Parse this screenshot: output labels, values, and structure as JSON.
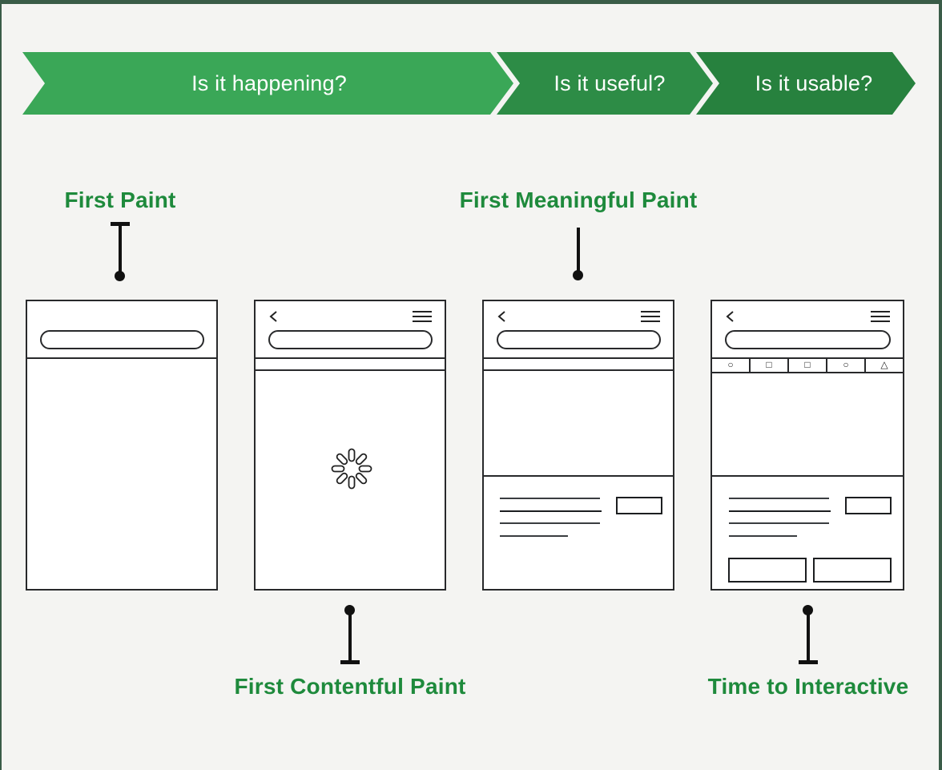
{
  "frame": {
    "background": "#f4f4f2",
    "border_color": "#3a5c48"
  },
  "banner": {
    "text_color": "#ffffff",
    "items": [
      {
        "label": "Is it happening?",
        "color": "#3aa757"
      },
      {
        "label": "Is it useful?",
        "color": "#2d8c46"
      },
      {
        "label": "Is it usable?",
        "color": "#27813e"
      }
    ]
  },
  "metrics": {
    "accent_color": "#1e8a3c",
    "first_paint": "First Paint",
    "first_meaningful_paint": "First Meaningful Paint",
    "first_contentful_paint": "First Contentful Paint",
    "time_to_interactive": "Time to Interactive"
  },
  "icons": {
    "back": "chevron-left",
    "menu": "hamburger",
    "spinner": "loading-spinner",
    "tab_glyphs": [
      "○",
      "□",
      "□",
      "○",
      "△"
    ]
  }
}
